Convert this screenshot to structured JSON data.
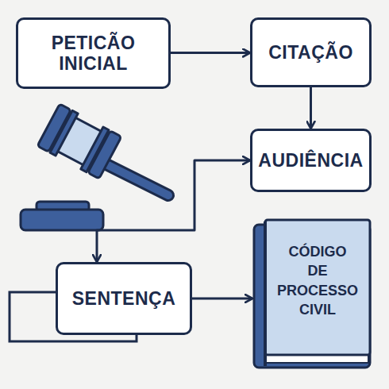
{
  "diagram": {
    "nodes": [
      {
        "text": [
          "PETICÃO INICIAL"
        ]
      },
      {
        "text": [
          "CITAÇÃO"
        ]
      },
      {
        "text": [
          "AUDIÊNCIA"
        ]
      },
      {
        "text": [
          "SENTENÇA"
        ]
      },
      {
        "text": [
          "CÓDIGO DE PROCESSO CIVIL"
        ]
      }
    ],
    "edges": [
      {
        "from": 0,
        "to": 1,
        "arrow": "to"
      },
      {
        "from": 1,
        "to": 2,
        "arrow": "to"
      },
      {
        "from": 2,
        "to": 3,
        "arrow": "both"
      },
      {
        "from": 3,
        "to": 4,
        "arrow": "to"
      }
    ]
  }
}
